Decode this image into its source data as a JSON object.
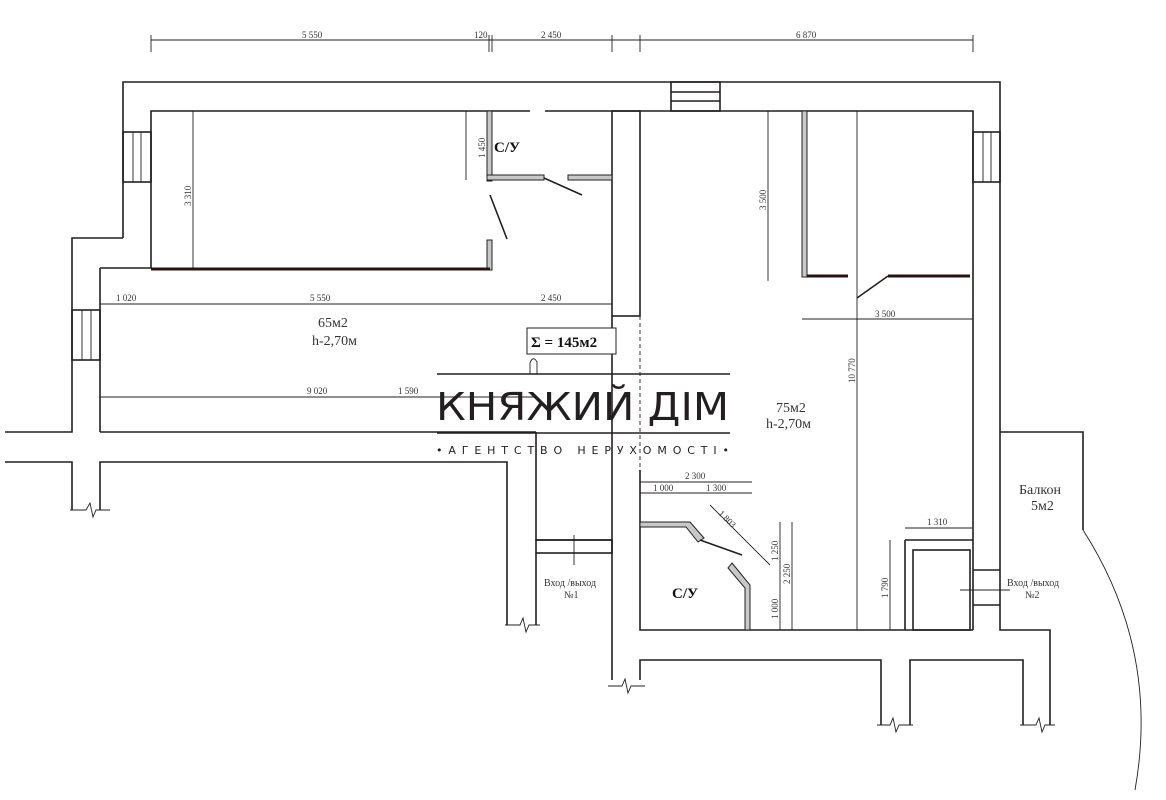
{
  "plan": {
    "top_dims": [
      "5 550",
      "120",
      "2 450",
      "6 870"
    ],
    "left_room": {
      "wc": "С/У",
      "dim_wc_h": "1 450",
      "dim_h": "3 310",
      "dim_1020": "1 020",
      "dim_5550": "5 550",
      "dim_2450": "2 450",
      "area": "65м2",
      "height": "h-2,70м",
      "dim_9020": "9 020",
      "dim_1590": "1 590"
    },
    "right_room": {
      "dim_3500_v": "3 500",
      "dim_3500_h": "3 500",
      "dim_10770": "10 770",
      "area": "75м2",
      "height": "h-2,70м"
    },
    "lower_wc": {
      "label": "С/У",
      "dim_2300": "2 300",
      "dim_1000a": "1 000",
      "dim_1300": "1 300",
      "dim_1803": "1 803",
      "dim_1250": "1 250",
      "dim_2250": "2 250",
      "dim_1000b": "1 000"
    },
    "entry2": {
      "dim_1310": "1 310",
      "dim_1790": "1 790",
      "label": "Вход /выход",
      "num": "№2"
    },
    "entry1": {
      "label": "Вход /выход",
      "num": "№1"
    },
    "balcony": {
      "label": "Балкон",
      "area": "5м2"
    },
    "total": "Σ = 145м2"
  },
  "watermark": {
    "name": "КНЯЖИЙ ДІМ",
    "tagline": "•АГЕНТСТВО НЕРУХОМОСТІ•"
  }
}
